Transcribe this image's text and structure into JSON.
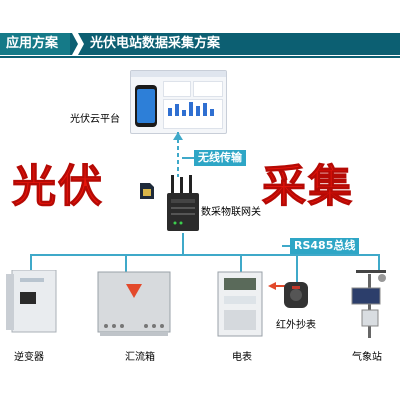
{
  "header": {
    "left_title": "应用方案",
    "right_title": "光伏电站数据采集方案"
  },
  "cloud": {
    "label": "光伏云平台"
  },
  "big": {
    "left": "光伏",
    "right": "采集"
  },
  "wireless": {
    "label": "无线传输"
  },
  "gateway": {
    "label": "数采物联网关"
  },
  "bus": {
    "label": "RS485总线"
  },
  "devices": {
    "inverter": "逆变器",
    "combiner": "汇流箱",
    "meter": "电表",
    "ir_reader": "红外抄表",
    "weather": "气象站"
  },
  "colors": {
    "header_dark": "#0c5f72",
    "header_light": "#157a88",
    "accent_cyan": "#2ea6c6",
    "big_red": "#e8140b"
  }
}
